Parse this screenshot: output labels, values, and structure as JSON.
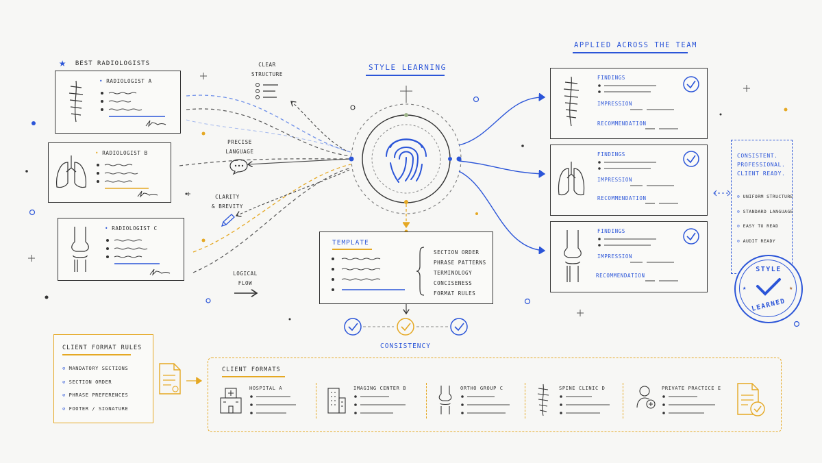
{
  "header": {
    "best": "Best Radiologists",
    "style_learning": "Style Learning",
    "applied": "Applied Across the Team"
  },
  "radiologists": [
    {
      "label": "Radiologist A"
    },
    {
      "label": "Radiologist B"
    },
    {
      "label": "Radiologist C"
    }
  ],
  "features": {
    "clear_structure": "Clear\nStructure",
    "precise_language": "Precise\nLanguage",
    "clarity_brevity": "Clarity\n& Brevity",
    "logical_flow": "Logical\nFlow"
  },
  "template": {
    "title": "Template",
    "items": [
      "Section Order",
      "Phrase Patterns",
      "Terminology",
      "Conciseness",
      "Format Rules"
    ]
  },
  "consistency": "Consistency",
  "outputs": [
    {
      "findings": "Findings",
      "impression": "Impression",
      "recommendation": "Recommendation"
    },
    {
      "findings": "Findings",
      "impression": "Impression",
      "recommendation": "Recommendation"
    },
    {
      "findings": "Findings",
      "impression": "Impression",
      "recommendation": "Recommendation"
    }
  ],
  "benefits": {
    "title": "Consistent.\nProfessional.\nClient Ready.",
    "items": [
      "Uniform Structure",
      "Standard Language",
      "Easy to Read",
      "Audit Ready"
    ]
  },
  "stamp": {
    "top": "Style",
    "bottom": "Learned"
  },
  "client_rules": {
    "title": "Client Format Rules",
    "items": [
      "Mandatory Sections",
      "Section Order",
      "Phrase Preferences",
      "Footer / Signature"
    ]
  },
  "client_formats": {
    "title": "Client Formats",
    "clients": [
      "Hospital A",
      "Imaging Center B",
      "Ortho Group C",
      "Spine Clinic D",
      "Private Practice E"
    ]
  },
  "colors": {
    "blue": "#2b55d8",
    "gold": "#e5a823",
    "ink": "#2b2b2b"
  }
}
